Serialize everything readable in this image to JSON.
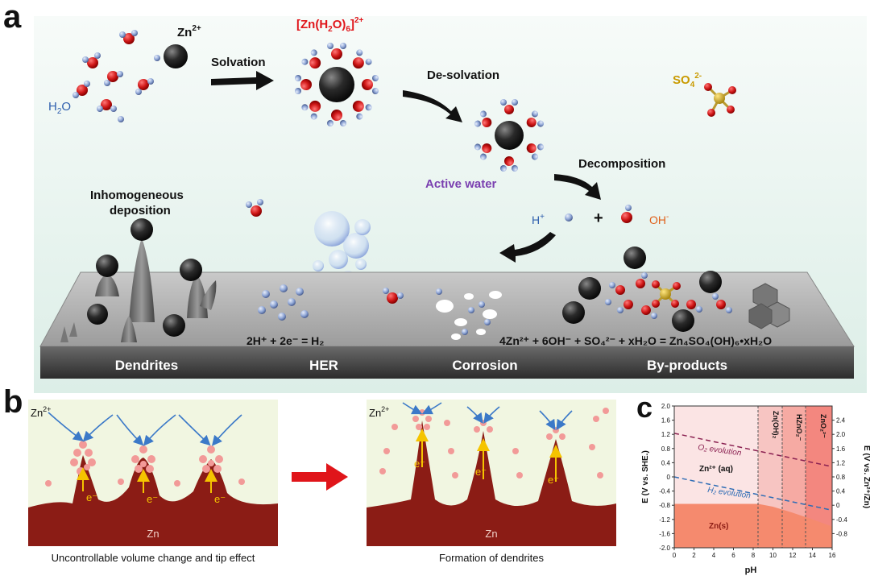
{
  "panel_a": {
    "letter": "a",
    "zn_ion": "Zn",
    "zn_ion_charge": "2+",
    "water": "H",
    "water_sub": "2",
    "water_o": "O",
    "solvation": "Solvation",
    "complex_pre": "[Zn(H",
    "complex_sub1": "2",
    "complex_mid": "O)",
    "complex_sub2": "6",
    "complex_post": "]",
    "complex_charge": "2+",
    "desolvation": "De-solvation",
    "sulfate": "SO",
    "sulfate_sub": "4",
    "sulfate_charge": "2-",
    "active_water": "Active water",
    "decomposition": "Decomposition",
    "h_plus": "H",
    "h_plus_charge": "+",
    "plus_sign": "+",
    "oh_minus": "OH",
    "oh_minus_charge": "-",
    "inhomogeneous_1": "Inhomogeneous",
    "inhomogeneous_2": "deposition",
    "her_eq": "2H⁺ + 2e⁻ = H₂",
    "byproduct_eq": "4Zn²⁺ + 6OH⁻ + SO₄²⁻ + xH₂O = Zn₄SO₄(OH)₆•xH₂O",
    "bar_labels": [
      "Dendrites",
      "HER",
      "Corrosion",
      "By-products"
    ]
  },
  "panel_b": {
    "letter": "b",
    "zn_ion": "Zn",
    "zn_ion_charge": "2+",
    "electron": "e⁻",
    "zn_label": "Zn",
    "left_caption": "Uncontrollable volume change and tip effect",
    "right_caption": "Formation of dendrites"
  },
  "panel_c": {
    "letter": "c",
    "xlabel": "pH",
    "ylabel_left": "E  (V vs. SHE.)",
    "ylabel_right": "E  (V vs. Zn²⁺/Zn)",
    "region_labels": [
      "Zn²⁺ (aq)",
      "Zn(s)"
    ],
    "vertical_labels": [
      "Zn(OH)₂",
      "HZnO₂⁻",
      "ZnO₂²⁻"
    ],
    "o2_line": "O₂ evolution",
    "h2_line": "H₂ evolution",
    "colors": {
      "o2": "#8b2252",
      "h2": "#2f6db5",
      "zn_s": "#f58a6e",
      "zn_aq": "#fbe4e4"
    }
  },
  "chart_data": {
    "type": "line",
    "xlabel": "pH",
    "ylabel": "E  (V vs. SHE.)",
    "xlim": [
      0,
      16
    ],
    "ylim": [
      -2.0,
      2.0
    ],
    "x_ticks": [
      "0",
      "2",
      "4",
      "6",
      "8",
      "10",
      "12",
      "14",
      "16"
    ],
    "y_ticks": [
      "-2.0",
      "-1.6",
      "-1.2",
      "-0.8",
      "-0.4",
      "0",
      "0.4",
      "0.8",
      "1.2",
      "1.6",
      "2.0"
    ],
    "y2_ticks": [
      "-0.8",
      "-0.4",
      "0",
      "0.4",
      "0.8",
      "1.2",
      "1.6",
      "2.0",
      "2.4"
    ],
    "y2lim": [
      -1.2,
      2.8
    ],
    "series": [
      {
        "name": "O₂ evolution",
        "x": [
          0,
          16
        ],
        "y": [
          1.23,
          0.29
        ]
      },
      {
        "name": "H₂ evolution",
        "x": [
          0,
          16
        ],
        "y": [
          0.0,
          -0.94
        ]
      }
    ],
    "boundaries": {
      "zn_s_top": {
        "x": [
          0,
          8.5,
          10,
          12,
          14,
          16
        ],
        "y": [
          -0.76,
          -0.76,
          -0.84,
          -1.01,
          -1.2,
          -1.4
        ]
      },
      "vertical_pH": [
        8.5,
        11,
        13.4
      ]
    }
  }
}
